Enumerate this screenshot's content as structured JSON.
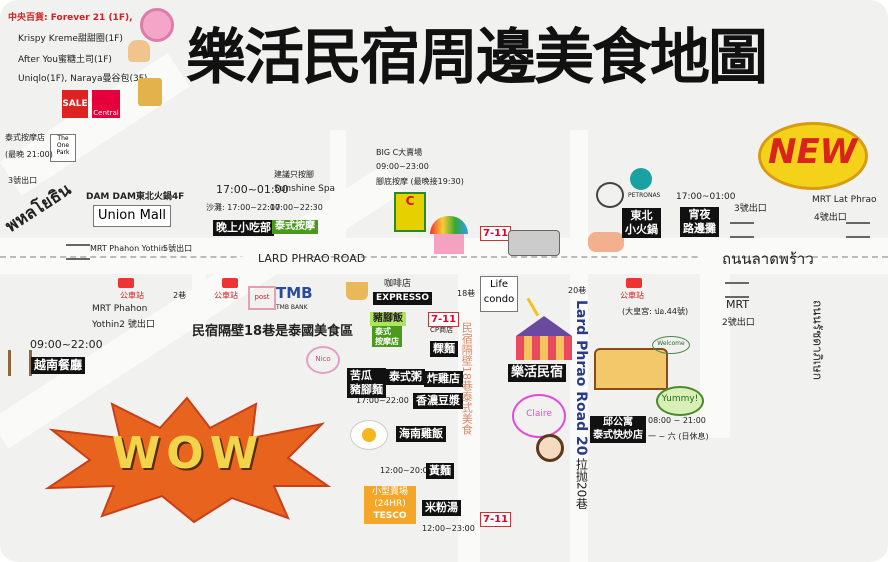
{
  "map": {
    "title": "樂活民宿周邊美食地圖",
    "new_badge": "NEW",
    "wow_badge": "WOW",
    "mall": {
      "line1": "中央百貨: Forever 21 (1F),",
      "line2": "Krispy Kreme甜甜圈(1F)",
      "line3": "After You蜜糖土司(1F)",
      "line4": "Uniqlo(1F), Naraya曼谷包(3F)",
      "sale": "SALE",
      "central": "Central",
      "one_park": "The One Park"
    },
    "massage_nw": {
      "line1": "泰式按摩店",
      "line2": "(最晚 21:00)"
    },
    "exit3_nw": "3號出口",
    "road_phahon": "พหลโยธิน",
    "dam_dam": "DAM DAM東北火鍋4F",
    "union_mall": "Union Mall",
    "mrt_phahon_yothin": "MRT Phahon Yothin",
    "exit5": "5號出口",
    "night_snack": {
      "time": "17:00~01:00",
      "label": "晚上小吃部"
    },
    "spa": {
      "name": "建議只按腳",
      "name2": "Sunshine Spa",
      "sandy": "沙灘: 17:00~22:00",
      "time2": "17:00~22:30",
      "label": "泰式按摩"
    },
    "bigc": {
      "line1": "BIG C大賣場",
      "time": "09:00~23:00",
      "massage": "腳底按摩 (最晚接19:30)"
    },
    "seven": "7-11",
    "petronas": "PETRONAS",
    "northeast_hotpot": {
      "line1": "東北",
      "line2": "小火鍋"
    },
    "night_stall": {
      "time": "17:00~01:00",
      "line1": "宵夜",
      "line2": "路邊攤"
    },
    "exit3_ne": "3號出口",
    "mrt_lat_phrao": "MRT Lat Phrao",
    "exit4": "4號出口",
    "lard_phrao_road": "LARD PHRAO ROAD",
    "thai_lard_phrao": "ถนนลาดพร้าว",
    "bus_stop": "公車站",
    "lane2": "2巷",
    "mrt_phahon2": {
      "line1": "MRT Phahon",
      "line2": "Yothin2 號出口"
    },
    "post": "post",
    "tmb": {
      "logo": "TMB",
      "sub": "TMB BANK"
    },
    "cafe": {
      "line1": "咖啡店",
      "line2": "EXPRESSO"
    },
    "lane18": "18巷",
    "life_condo": {
      "line1": "Life",
      "line2": "condo"
    },
    "lane20": "20巷",
    "bus_stop_east": "公車站",
    "temple_market": "(大皇宮: ปอ.44號)",
    "mrt_east": "MRT",
    "exit2": "2號出口",
    "thai_vertical": "ถนนรัชดาภิเษก",
    "lane18_note": "民宿隔壁18巷是泰國美食區",
    "vietnam": {
      "time": "09:00~22:00",
      "label": "越南餐廳"
    },
    "pork_leg": "豬腳飯",
    "cp": "CP商店",
    "massage18": {
      "line1": "泰式",
      "line2": "按摩店"
    },
    "noodles": "粿麵",
    "bitter_melon": {
      "line1": "苦瓜",
      "line2": "豬腳麵"
    },
    "congee": "泰式粥",
    "fried_chicken": "炸雞店",
    "hours_1722": "17:00~22:00",
    "soy_milk": "香濃豆漿",
    "hainan": "海南雞飯",
    "hours_1220": "12:00~20:00",
    "yellow_noodle": "黃麵",
    "tesco": {
      "line1": "小型賣場",
      "line2": "(24HR)",
      "line3": "TESCO"
    },
    "rice_noodle": "米粉湯",
    "hours_1223": "12:00~23:00",
    "lane18_vertical": "民宿隔壁18巷泰式美食",
    "lohas_bnb": "樂活民宿",
    "lard_phrao_road_20": "Lard Phrao Road 20",
    "lat_phrao_20": "拉抛20巷",
    "welcome": "Welcome",
    "yummy": "Yummy!",
    "nico": "Nico",
    "claire": "Claire",
    "apartment_food": {
      "line1": "邱公寓",
      "line2": "泰式快炒店",
      "time": "08:00 ~ 21:00",
      "days": "一 ~ 六 (日休息)"
    }
  }
}
